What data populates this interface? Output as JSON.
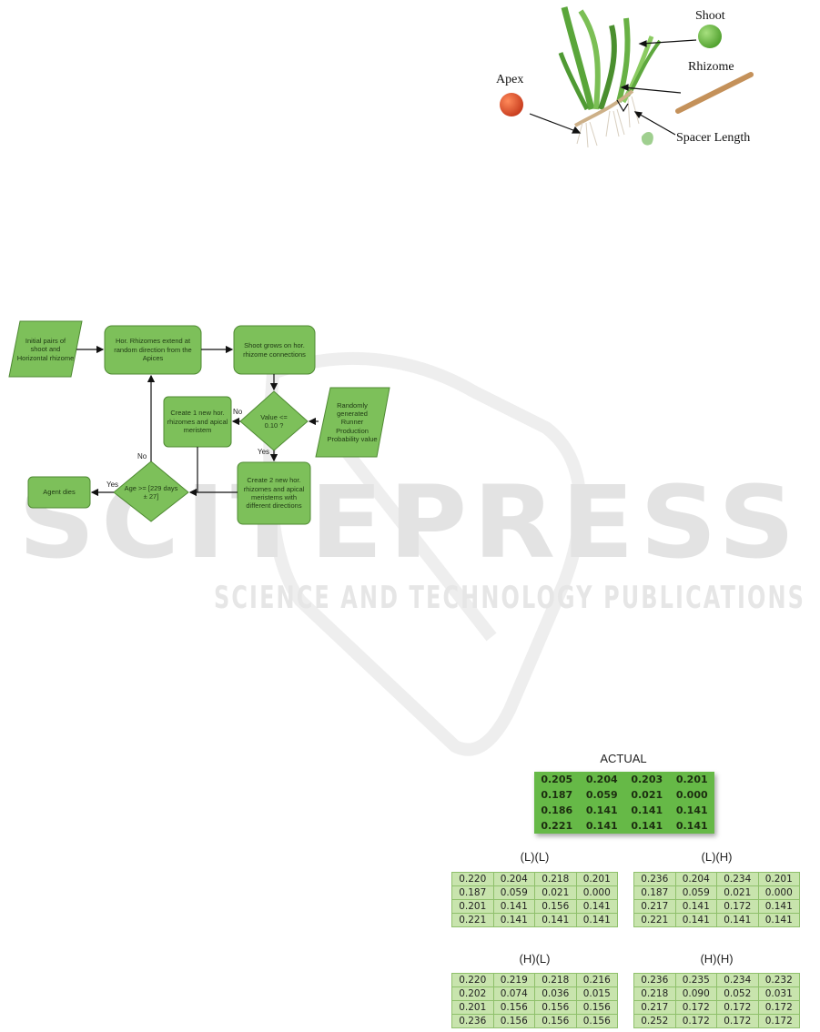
{
  "watermark": {
    "brand": "SCITEPRESS",
    "tagline": "SCIENCE AND TECHNOLOGY PUBLICATIONS"
  },
  "plant_figure": {
    "labels": {
      "shoot": "Shoot",
      "rhizome": "Rhizome",
      "apex": "Apex",
      "spacer": "Spacer Length"
    },
    "colors": {
      "shoot_dot": "#6dbf45",
      "apex_dot": "#e0502e",
      "rhizome_bar": "#c4915a"
    }
  },
  "flowchart": {
    "fill": "#7dc05a",
    "border": "#4f8a33",
    "nodes": {
      "initial": "Initial pairs of shoot and Horizontal rhizome",
      "extend": "Hor. Rhizomes extend at random direction from the Apices",
      "shoot_grows": "Shoot grows on hor. rhizome connections",
      "decision_value": "Value <= 0.10 ?",
      "random_value": "Randomly generated Runner Production Probability value",
      "create_one": "Create 1 new hor. rhizomes and apical meristem",
      "create_two": "Create 2 new hor. rhizomes and apical meristems with different directions",
      "decision_age": "Age >= [229 days ± 27]",
      "agent_dies": "Agent dies"
    },
    "edge_labels": {
      "value_no": "No",
      "value_yes": "Yes",
      "age_yes": "Yes",
      "age_no": "No"
    }
  },
  "tables": {
    "actual": {
      "title": "ACTUAL",
      "rows": [
        [
          "0.205",
          "0.204",
          "0.203",
          "0.201"
        ],
        [
          "0.187",
          "0.059",
          "0.021",
          "0.000"
        ],
        [
          "0.186",
          "0.141",
          "0.141",
          "0.141"
        ],
        [
          "0.221",
          "0.141",
          "0.141",
          "0.141"
        ]
      ]
    },
    "ll": {
      "title": "(L)(L)",
      "rows": [
        [
          "0.220",
          "0.204",
          "0.218",
          "0.201"
        ],
        [
          "0.187",
          "0.059",
          "0.021",
          "0.000"
        ],
        [
          "0.201",
          "0.141",
          "0.156",
          "0.141"
        ],
        [
          "0.221",
          "0.141",
          "0.141",
          "0.141"
        ]
      ]
    },
    "lh": {
      "title": "(L)(H)",
      "rows": [
        [
          "0.236",
          "0.204",
          "0.234",
          "0.201"
        ],
        [
          "0.187",
          "0.059",
          "0.021",
          "0.000"
        ],
        [
          "0.217",
          "0.141",
          "0.172",
          "0.141"
        ],
        [
          "0.221",
          "0.141",
          "0.141",
          "0.141"
        ]
      ]
    },
    "hl": {
      "title": "(H)(L)",
      "rows": [
        [
          "0.220",
          "0.219",
          "0.218",
          "0.216"
        ],
        [
          "0.202",
          "0.074",
          "0.036",
          "0.015"
        ],
        [
          "0.201",
          "0.156",
          "0.156",
          "0.156"
        ],
        [
          "0.236",
          "0.156",
          "0.156",
          "0.156"
        ]
      ]
    },
    "hh": {
      "title": "(H)(H)",
      "rows": [
        [
          "0.236",
          "0.235",
          "0.234",
          "0.232"
        ],
        [
          "0.218",
          "0.090",
          "0.052",
          "0.031"
        ],
        [
          "0.217",
          "0.172",
          "0.172",
          "0.172"
        ],
        [
          "0.252",
          "0.172",
          "0.172",
          "0.172"
        ]
      ]
    }
  }
}
